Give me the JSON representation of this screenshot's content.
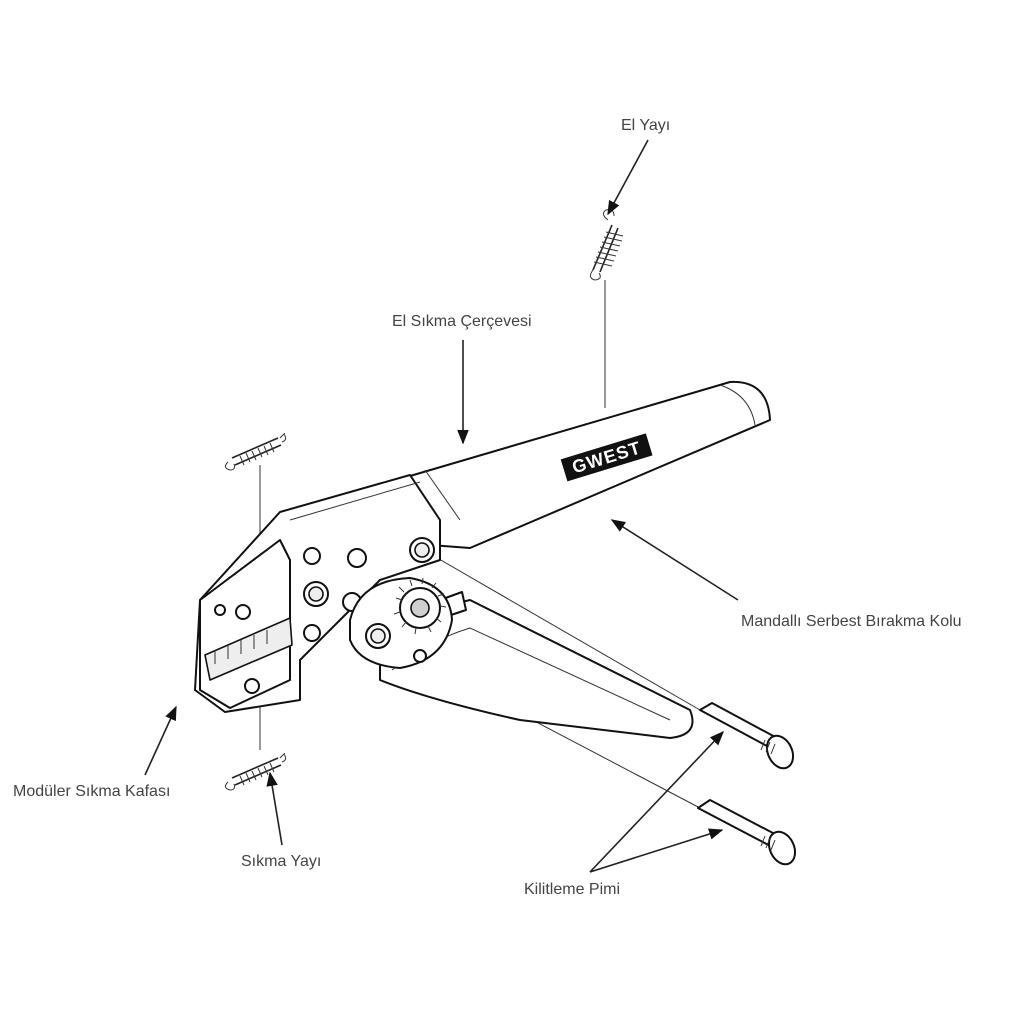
{
  "brand": {
    "logo_text": "GWEST"
  },
  "labels": {
    "el_yayi": "El Yayı",
    "el_sikma_cercevesi": "El Sıkma Çerçevesi",
    "mandalli_kol": "Mandallı Serbest Bırakma Kolu",
    "moduler_kafa": "Modüler Sıkma Kafası",
    "sikma_yayi": "Sıkma Yayı",
    "kilitleme_pimi": "Kilitleme Pimi"
  }
}
